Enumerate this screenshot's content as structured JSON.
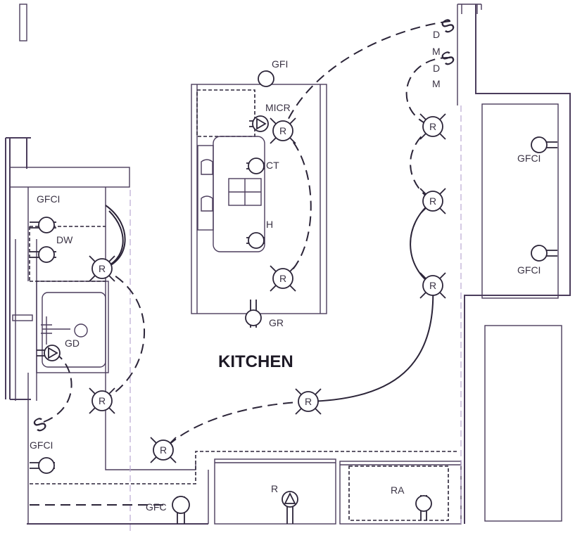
{
  "room": {
    "title": "KITCHEN"
  },
  "labels": {
    "gfi": "GFI",
    "micro": "MICR",
    "ct": "CT",
    "h": "H",
    "gr": "GR",
    "gfci_left_top": "GFCI",
    "dw": "DW",
    "gd": "GD",
    "gfci_left_bottom": "GFCI",
    "gfc_bottom": "GFC",
    "range": "R",
    "ra": "RA",
    "gfci_right_top": "GFCI",
    "gfci_right_bottom": "GFCI"
  },
  "switch_notes": {
    "d1": "D",
    "m1": "M",
    "d2": "D",
    "m2": "M"
  },
  "fixture_label": "R",
  "switch_symbol": "S"
}
